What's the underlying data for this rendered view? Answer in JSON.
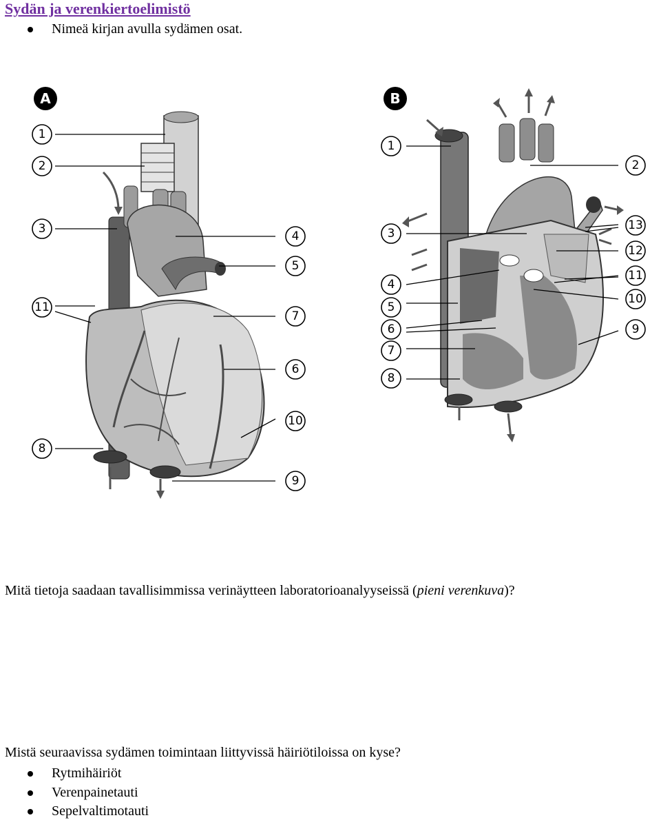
{
  "title": "Sydän ja verenkiertoelimistö",
  "intro_bullet": "Nimeä kirjan avulla sydämen osat.",
  "figure": {
    "panel_a": {
      "badge": "A",
      "labels": [
        "1",
        "2",
        "3",
        "11",
        "4",
        "5",
        "7",
        "6",
        "10",
        "8",
        "9"
      ]
    },
    "panel_b": {
      "badge": "B",
      "labels": [
        "1",
        "3",
        "4",
        "5",
        "6",
        "7",
        "8",
        "2",
        "13",
        "12",
        "11",
        "10",
        "9"
      ]
    }
  },
  "question1": {
    "text_before": "Mitä tietoja saadaan tavallisimmissa verinäytteen laboratorioanalyyseissä (",
    "italic": "pieni verenkuva",
    "text_after": ")?"
  },
  "question2": "Mistä seuraavissa sydämen toimintaan liittyvissä häiriötiloissa on kyse?",
  "disorders": [
    "Rytmihäiriöt",
    "Verenpainetauti",
    "Sepelvaltimotauti"
  ]
}
